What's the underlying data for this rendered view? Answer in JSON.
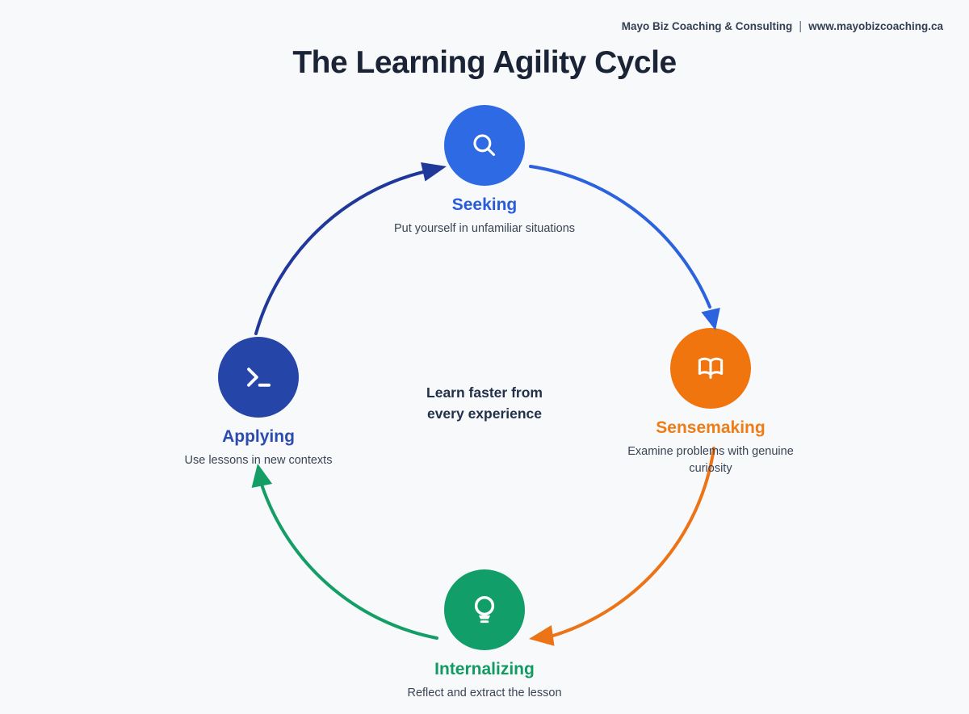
{
  "theme": {
    "background": "#f7f9fb",
    "title_color": "#1b2437",
    "header_color": "#333f52",
    "description_color": "#3a4454",
    "center_text_color": "#22304a"
  },
  "header": {
    "brand": "Mayo Biz Coaching & Consulting",
    "separator": "|",
    "website": "www.mayobizcoaching.ca"
  },
  "title": "The Learning Agility Cycle",
  "center_text": {
    "line1": "Learn faster from",
    "line2": "every experience"
  },
  "nodes": [
    {
      "id": "seeking",
      "label": "Seeking",
      "description": "Put yourself in unfamiliar situations",
      "icon": "search-icon",
      "circle_color": "#2e6ae3",
      "label_color": "#2a5cd9"
    },
    {
      "id": "sensemaking",
      "label": "Sensemaking",
      "description": "Examine problems with genuine curiosity",
      "icon": "open-book-icon",
      "circle_color": "#f1750e",
      "label_color": "#ee7c17"
    },
    {
      "id": "internalizing",
      "label": "Internalizing",
      "description": "Reflect and extract the lesson",
      "icon": "lightbulb-icon",
      "circle_color": "#129e68",
      "label_color": "#129a63"
    },
    {
      "id": "applying",
      "label": "Applying",
      "description": "Use lessons in new contexts",
      "icon": "terminal-icon",
      "circle_color": "#2545a9",
      "label_color": "#2b4bb0"
    }
  ],
  "arrows": [
    {
      "from": "applying",
      "to": "seeking",
      "color": "#21389b"
    },
    {
      "from": "seeking",
      "to": "sensemaking",
      "color": "#2c62de"
    },
    {
      "from": "sensemaking",
      "to": "internalizing",
      "color": "#ec7316"
    },
    {
      "from": "internalizing",
      "to": "applying",
      "color": "#149e66"
    }
  ]
}
